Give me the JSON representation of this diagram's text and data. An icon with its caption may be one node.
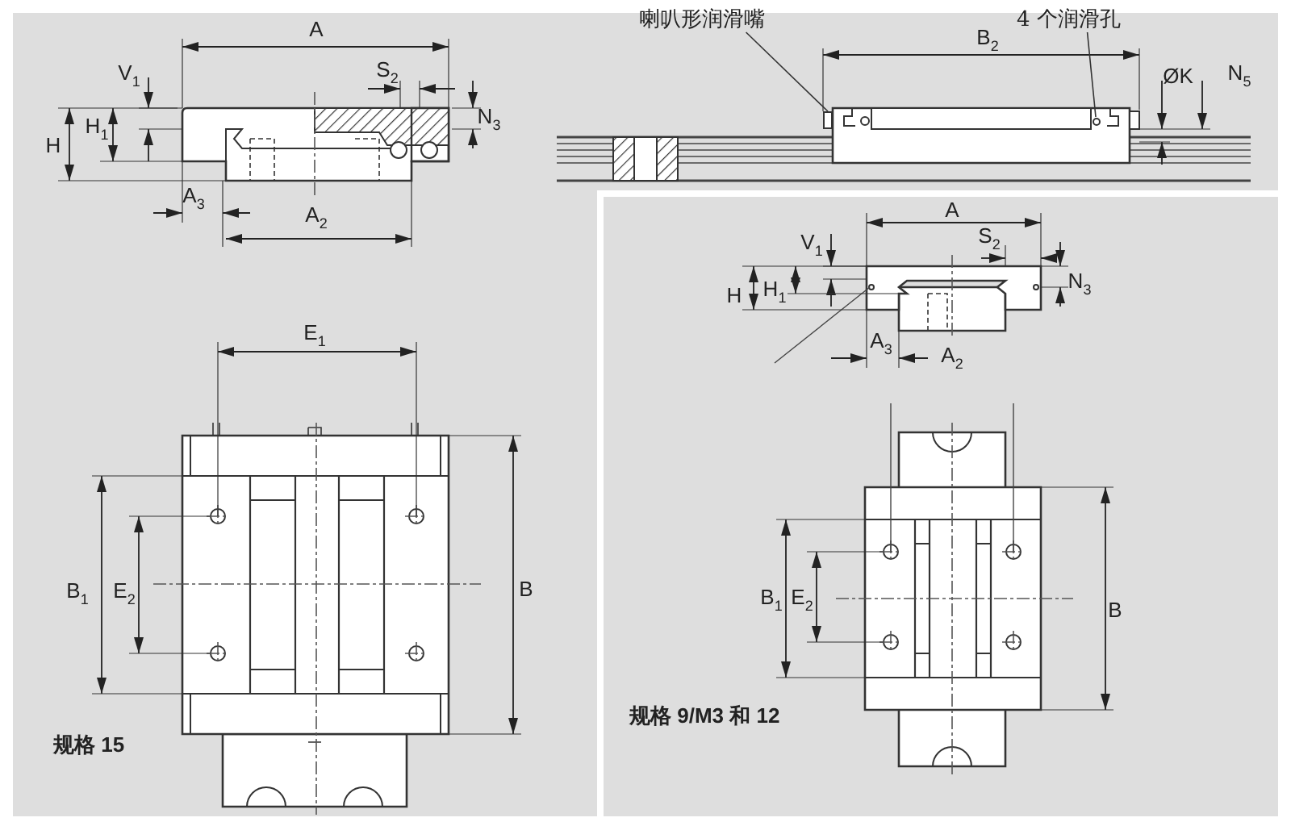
{
  "diagram": {
    "nodes": [
      {
        "text": [
          "喇叭形润滑嘴"
        ]
      },
      {
        "text": [
          "4 个润滑孔"
        ]
      },
      {
        "text": [],
        "shape": "box"
      },
      {
        "text": [],
        "shape": "circle"
      }
    ],
    "edges": [
      {
        "from": 0,
        "to": 2,
        "arrow": "none"
      },
      {
        "from": 1,
        "to": 3,
        "arrow": "none"
      }
    ],
    "labels": [
      "A",
      "V$_{1}$",
      "S$_{2}$",
      "H$_{1}$",
      "N$_{3}$",
      "H",
      "B$_{2}$",
      "ØK",
      "N$_{5}$",
      "A$_{3}$",
      "A$_{2}$",
      "A",
      "V$_{1}$",
      "S$_{2}$",
      "N$_{3}$",
      "H",
      "H$_{1}$",
      "A$_{3}$",
      "A$_{2}$",
      "E$_{1}$",
      "B$_{1}$",
      "E$_{2}$",
      "B",
      "规格 15",
      "B$_{1}$",
      "E$_{2}$",
      "B",
      "规格 9/M3 和 12"
    ]
  }
}
